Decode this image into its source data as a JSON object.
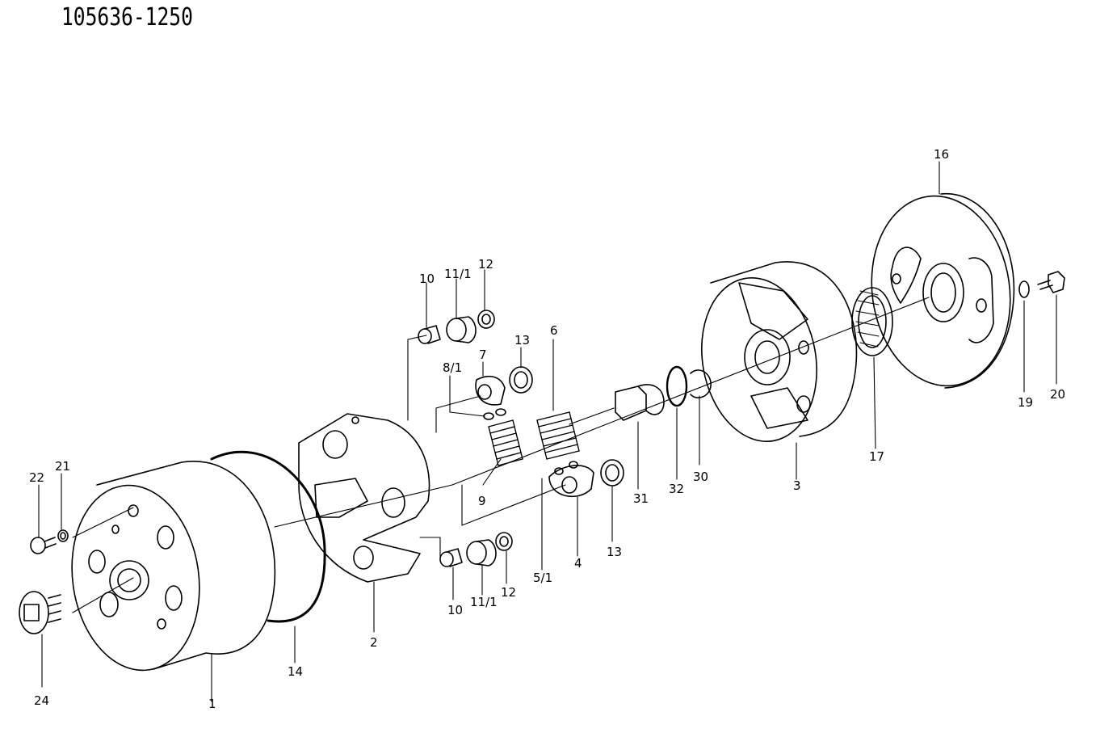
{
  "drawing_number": "105636-1250",
  "callouts": [
    {
      "id": "c1",
      "label": "1"
    },
    {
      "id": "c2",
      "label": "2"
    },
    {
      "id": "c3",
      "label": "3"
    },
    {
      "id": "c4",
      "label": "4"
    },
    {
      "id": "c5",
      "label": "5/1"
    },
    {
      "id": "c6",
      "label": "6"
    },
    {
      "id": "c7",
      "label": "7"
    },
    {
      "id": "c8",
      "label": "8/1"
    },
    {
      "id": "c9",
      "label": "9"
    },
    {
      "id": "c10a",
      "label": "10"
    },
    {
      "id": "c10b",
      "label": "10"
    },
    {
      "id": "c11a",
      "label": "11/1"
    },
    {
      "id": "c11b",
      "label": "11/1"
    },
    {
      "id": "c12a",
      "label": "12"
    },
    {
      "id": "c12b",
      "label": "12"
    },
    {
      "id": "c13a",
      "label": "13"
    },
    {
      "id": "c13b",
      "label": "13"
    },
    {
      "id": "c14",
      "label": "14"
    },
    {
      "id": "c16",
      "label": "16"
    },
    {
      "id": "c17",
      "label": "17"
    },
    {
      "id": "c19",
      "label": "19"
    },
    {
      "id": "c20",
      "label": "20"
    },
    {
      "id": "c21",
      "label": "21"
    },
    {
      "id": "c22",
      "label": "22"
    },
    {
      "id": "c24",
      "label": "24"
    },
    {
      "id": "c30",
      "label": "30"
    },
    {
      "id": "c31",
      "label": "31"
    },
    {
      "id": "c32",
      "label": "32"
    }
  ]
}
